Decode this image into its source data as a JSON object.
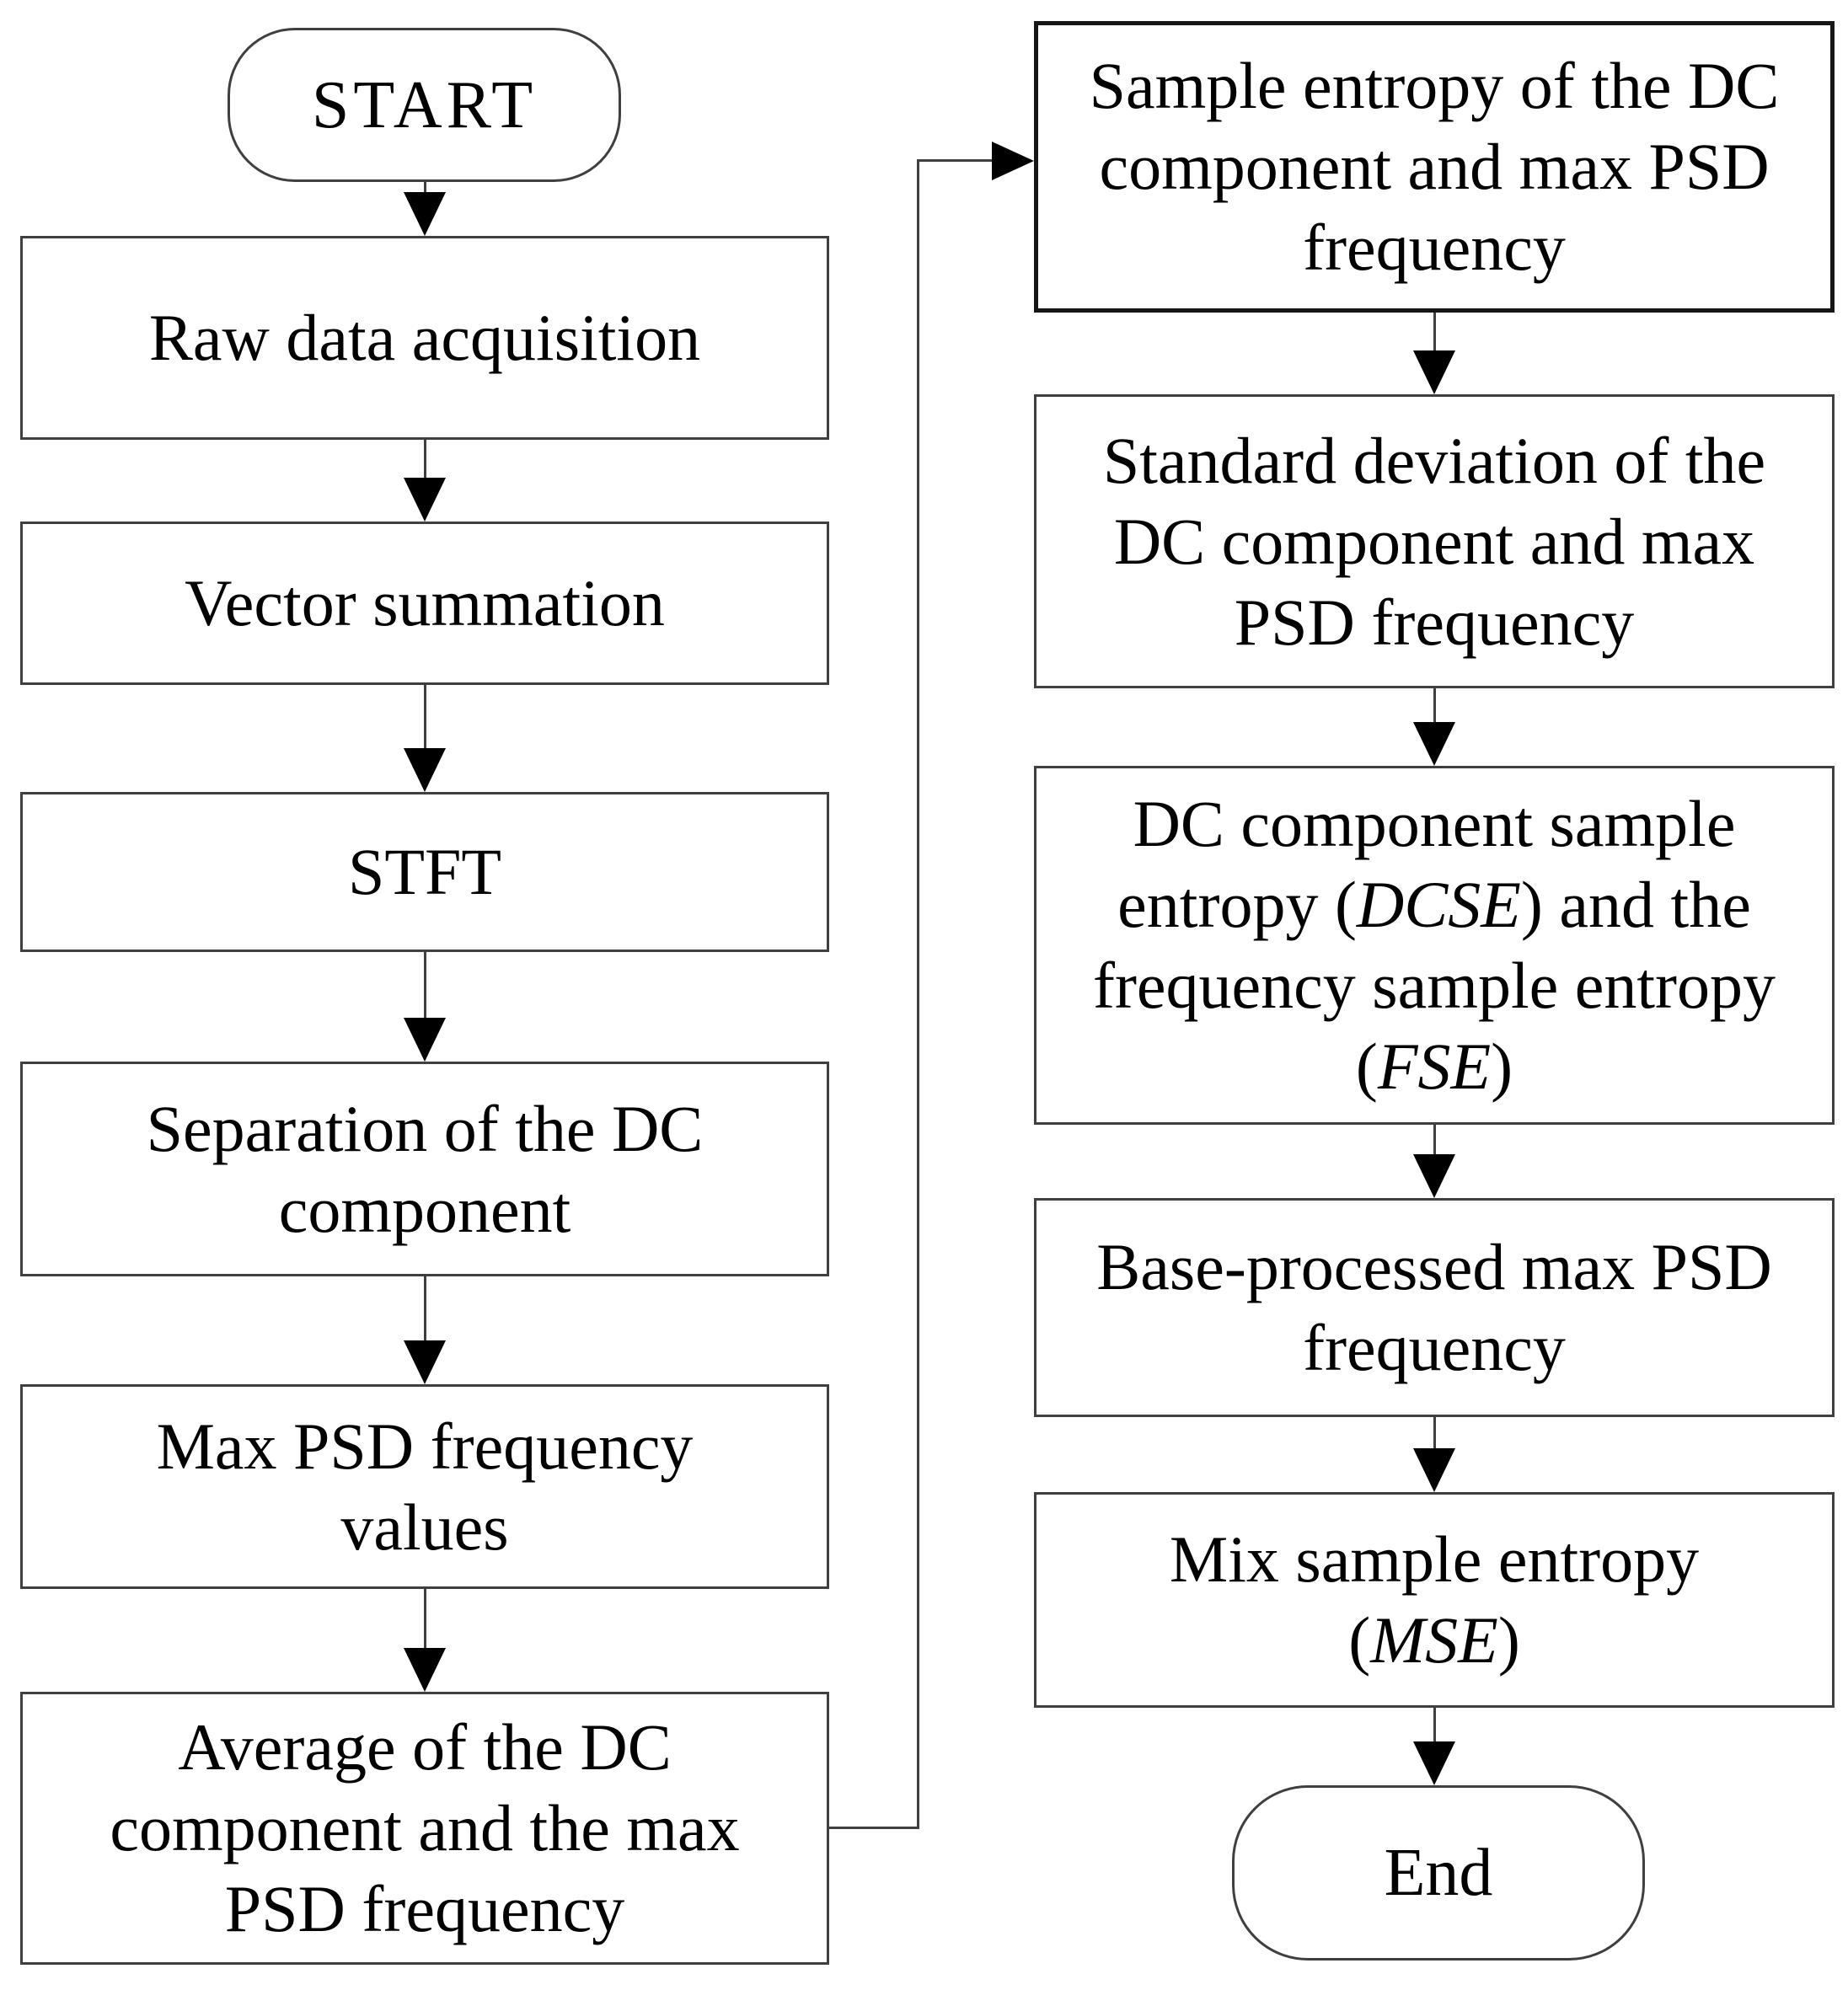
{
  "colors": {
    "background": "#ffffff",
    "box_fill": "#ffffff",
    "box_border": "#3f3f3f",
    "line": "#3f3f3f",
    "arrowhead": "#000000",
    "text": "#000000"
  },
  "flowchart": {
    "start": "START",
    "left": {
      "raw": "Raw data acquisition",
      "vector": "Vector summation",
      "stft": "STFT",
      "separation": "Separation of the DC\ncomponent",
      "maxpsd": "Max PSD frequency\nvalues",
      "average": "Average of the DC\ncomponent and the max\nPSD frequency"
    },
    "right": {
      "sampen": "Sample entropy of the DC\ncomponent and max PSD\nfrequency",
      "stddev": "Standard deviation of the\nDC component and max\nPSD frequency",
      "dcse": {
        "p1": "DC component sample\nentropy (",
        "p2": "DCSE",
        "p3": ") and the\nfrequency sample entropy\n(",
        "p4": "FSE",
        "p5": ")"
      },
      "base": "Base-processed max PSD\nfrequency",
      "mse": {
        "p1": "Mix sample entropy\n(",
        "p2": "MSE",
        "p3": ")"
      }
    },
    "end": "End"
  }
}
